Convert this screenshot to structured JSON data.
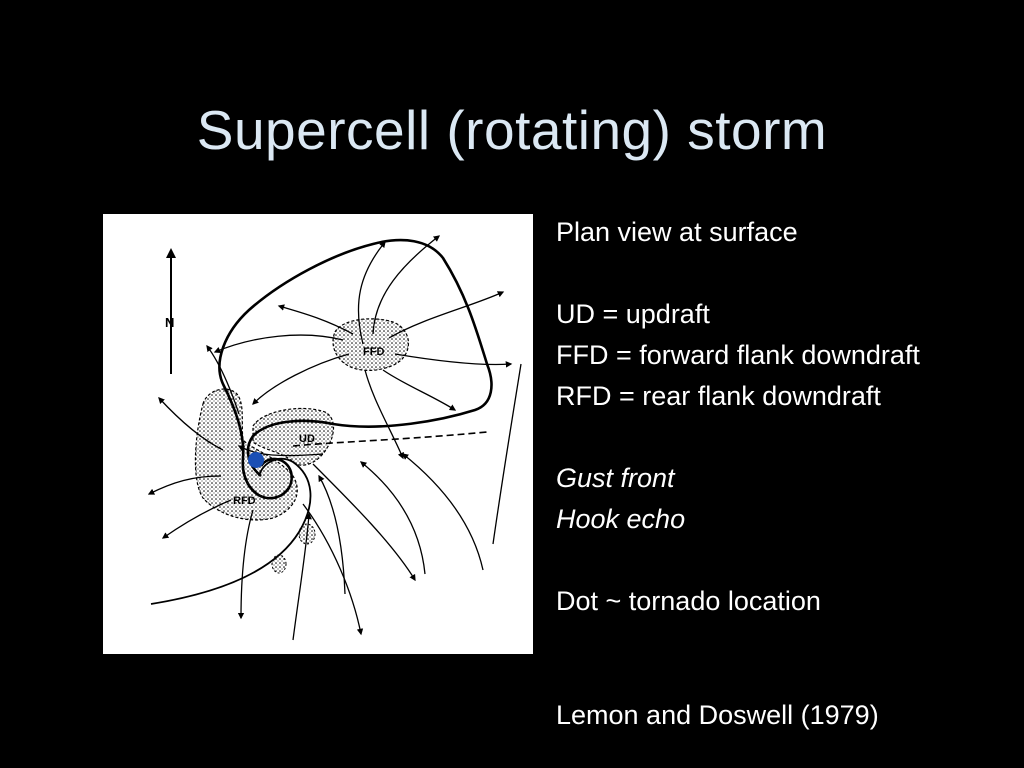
{
  "slide": {
    "title": "Supercell (rotating) storm"
  },
  "figure": {
    "labels": {
      "north": "N",
      "ffd": "FFD",
      "ud": "UD",
      "rfd": "RFD"
    },
    "tornado_dot_color": "#1a4fb5"
  },
  "notes": {
    "plan_view": "Plan view at surface",
    "ud_def": "UD = updraft",
    "ffd_def": "FFD = forward flank downdraft",
    "rfd_def": "RFD = rear flank downdraft",
    "gust_front": "Gust front",
    "hook_echo": "Hook echo",
    "dot_note": "Dot ~ tornado location"
  },
  "credit": "Lemon and Doswell (1979)",
  "colors": {
    "background": "#000000",
    "title": "#dbe8f3",
    "text": "#ffffff"
  }
}
